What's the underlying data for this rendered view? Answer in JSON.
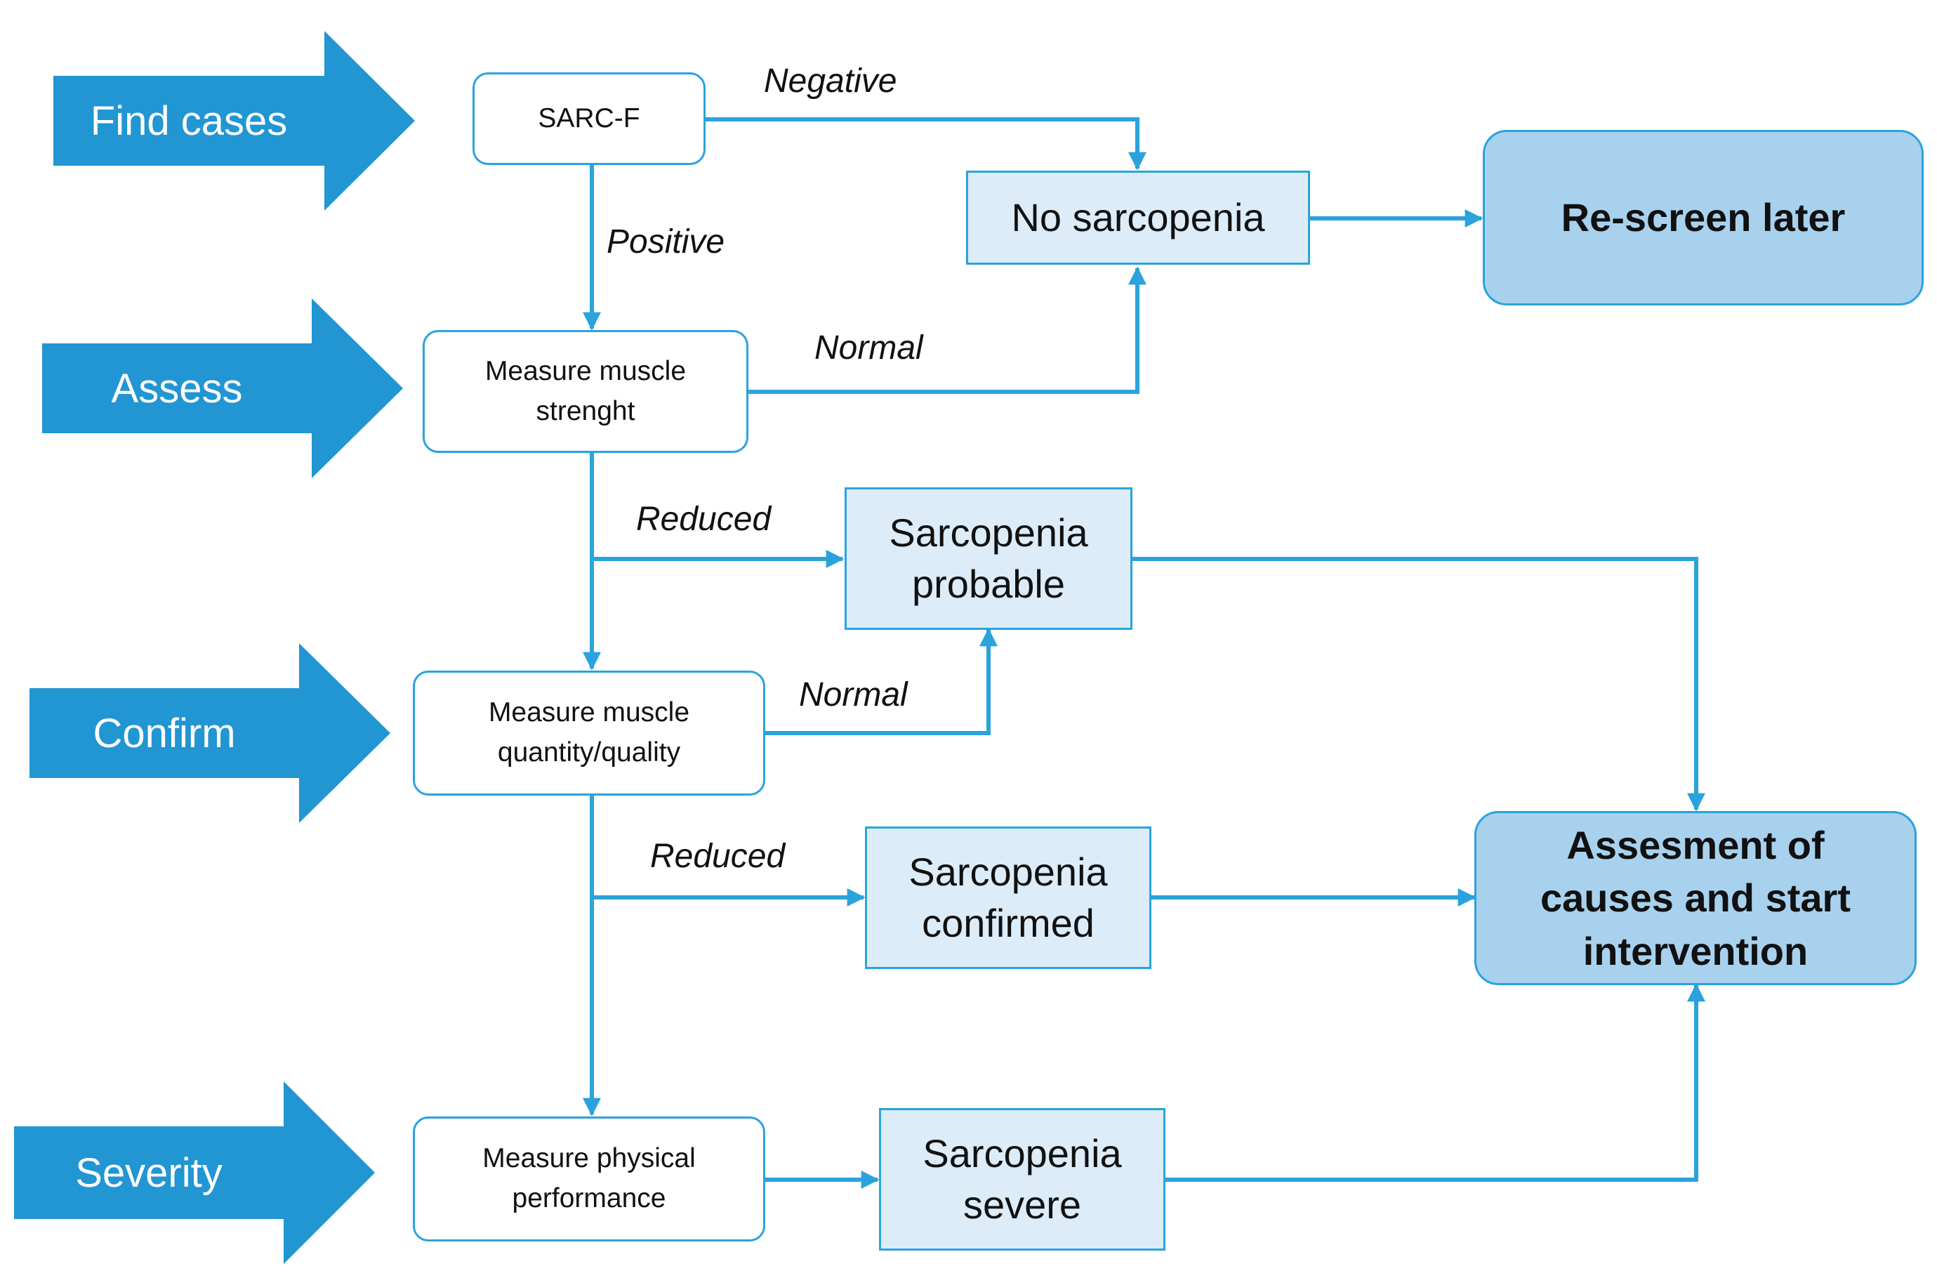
{
  "stages": {
    "find_cases": "Find cases",
    "assess": "Assess",
    "confirm": "Confirm",
    "severity": "Severity"
  },
  "steps": {
    "sarc_f": "SARC-F",
    "muscle_strength": [
      "Measure muscle",
      "strenght"
    ],
    "muscle_quantity": [
      "Measure muscle",
      "quantity/quality"
    ],
    "physical_performance": [
      "Measure physical",
      "performance"
    ]
  },
  "results": {
    "no_sarcopenia": "No sarcopenia",
    "probable": [
      "Sarcopenia",
      "probable"
    ],
    "confirmed": [
      "Sarcopenia",
      "confirmed"
    ],
    "severe": [
      "Sarcopenia",
      "severe"
    ]
  },
  "finals": {
    "rescreen": "Re-screen later",
    "intervention": [
      "Assesment of",
      "causes and start",
      "intervention"
    ]
  },
  "edge_labels": {
    "negative": "Negative",
    "positive": "Positive",
    "normal_strength": "Normal",
    "reduced_strength": "Reduced",
    "normal_quantity": "Normal",
    "reduced_quantity": "Reduced"
  },
  "colors": {
    "stage_arrow": "#2196d3",
    "connector": "#2aa3dc",
    "result_fill": "#dcecf8",
    "final_fill": "#a8d1ee"
  }
}
